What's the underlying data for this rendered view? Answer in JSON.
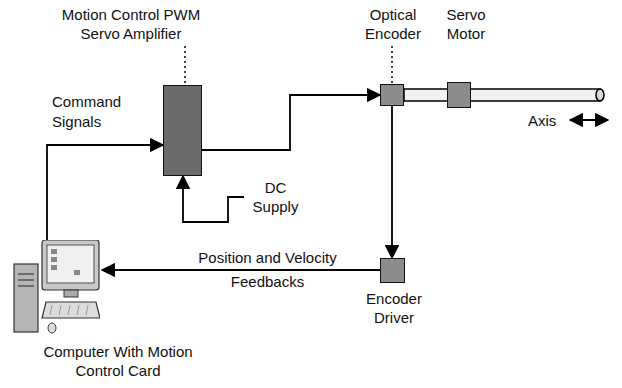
{
  "diagram": {
    "nodes": [
      {
        "text": [
          "Computer With Motion Control Card"
        ]
      },
      {
        "text": [
          "Motion Control PWM Servo Amplifier"
        ]
      },
      {
        "text": [
          "DC Supply"
        ]
      },
      {
        "text": [
          "Optical Encoder"
        ]
      },
      {
        "text": [
          "Servo Motor"
        ]
      },
      {
        "text": [
          "Encoder Driver"
        ]
      }
    ],
    "edges": [
      {
        "from": 0,
        "to": 1,
        "arrow": "to",
        "label": "Command Signals"
      },
      {
        "from": 2,
        "to": 1,
        "arrow": "to"
      },
      {
        "from": 1,
        "to": 3,
        "arrow": "to"
      },
      {
        "from": 3,
        "to": 5,
        "arrow": "to"
      },
      {
        "from": 5,
        "to": 0,
        "arrow": "to",
        "label": "Position and Velocity Feedbacks"
      }
    ],
    "labels": [
      "Axis"
    ]
  }
}
